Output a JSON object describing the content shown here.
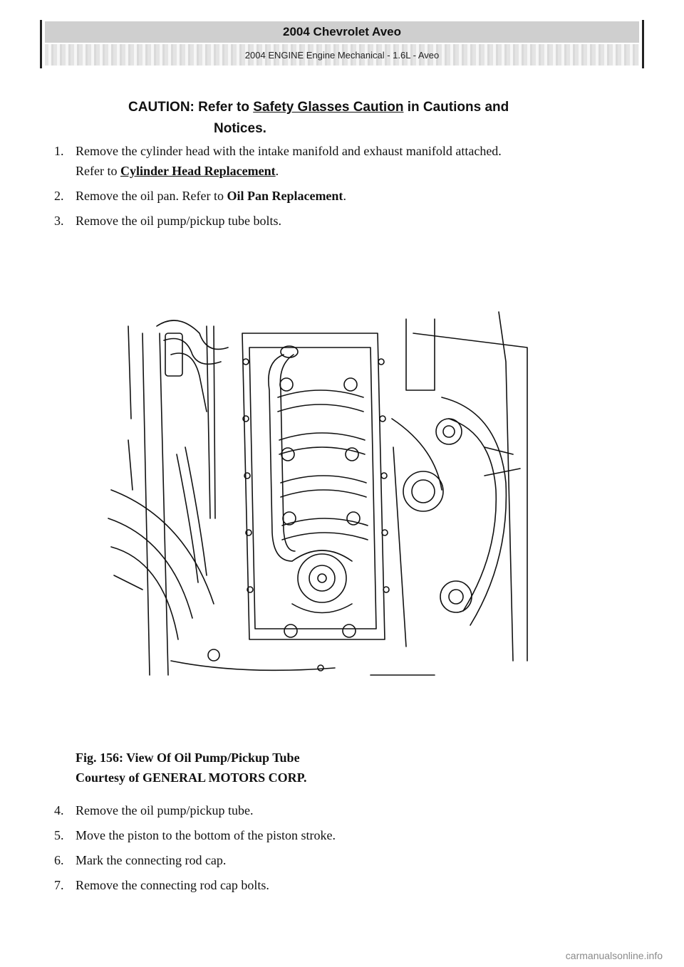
{
  "header": {
    "title": "2004 Chevrolet Aveo",
    "subtitle": "2004 ENGINE Engine Mechanical - 1.6L - Aveo"
  },
  "caution": {
    "prefix": "CAUTION: Refer to ",
    "link": "Safety Glasses Caution",
    "suffix_line1": " in Cautions and",
    "line2": "Notices."
  },
  "steps_before_figure": [
    {
      "num": "1.",
      "text": "Remove the cylinder head with the intake manifold and exhaust manifold attached.",
      "text2_prefix": "Refer to ",
      "link": "Cylinder Head Replacement",
      "text2_suffix": "."
    },
    {
      "num": "2.",
      "text": "Remove the oil pan. Refer to ",
      "bold": "Oil Pan Replacement",
      "text_suffix": "."
    },
    {
      "num": "3.",
      "text": "Remove the oil pump/pickup tube bolts."
    }
  ],
  "figure": {
    "caption_line1": "Fig. 156: View Of Oil Pump/Pickup Tube",
    "caption_line2": "Courtesy of GENERAL MOTORS CORP."
  },
  "steps_after_figure": [
    {
      "num": "4.",
      "text": "Remove the oil pump/pickup tube."
    },
    {
      "num": "5.",
      "text": "Move the piston to the bottom of the piston stroke."
    },
    {
      "num": "6.",
      "text": "Mark the connecting rod cap."
    },
    {
      "num": "7.",
      "text": "Remove the connecting rod cap bolts."
    }
  ],
  "watermark": "carmanualsonline.info"
}
